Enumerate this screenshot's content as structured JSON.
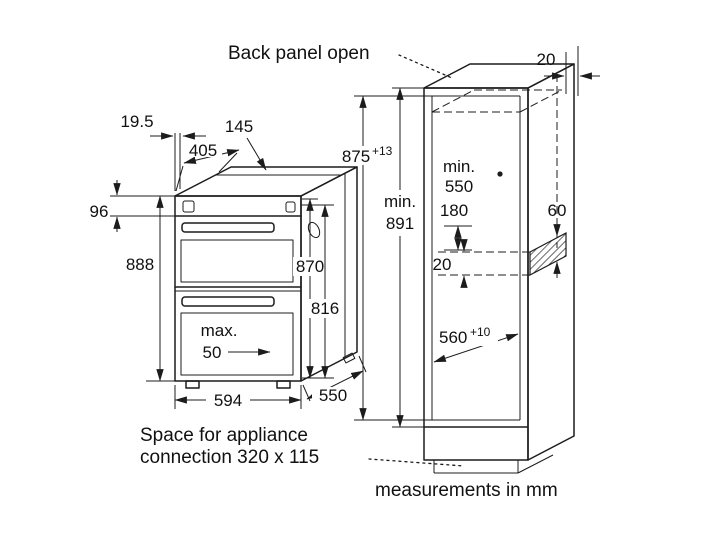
{
  "notes": {
    "back_panel": "Back panel open",
    "connection_line1": "Space for appliance",
    "connection_line2": "connection 320 x 115",
    "units": "measurements in mm"
  },
  "oven": {
    "front_offset": "19.5",
    "top_rear": "145",
    "top_front": "405",
    "panel_height": "96",
    "total_height": "888",
    "body_height": "870",
    "door_height": "816",
    "handle_max_label": "max.",
    "handle_max_value": "50",
    "width": "594",
    "depth": "550"
  },
  "cabinet": {
    "rear_gap": "20",
    "niche_height": "875",
    "niche_height_tol": "+13",
    "min_height_label": "min.",
    "min_height_value": "891",
    "min_depth_label": "min.",
    "min_depth_value": "550",
    "vent_length": "180",
    "vent_height": "60",
    "vent_offset": "20",
    "shelf_depth": "560",
    "shelf_depth_tol": "+10"
  },
  "colors": {
    "line": "#1c1c1c",
    "background": "#ffffff"
  }
}
